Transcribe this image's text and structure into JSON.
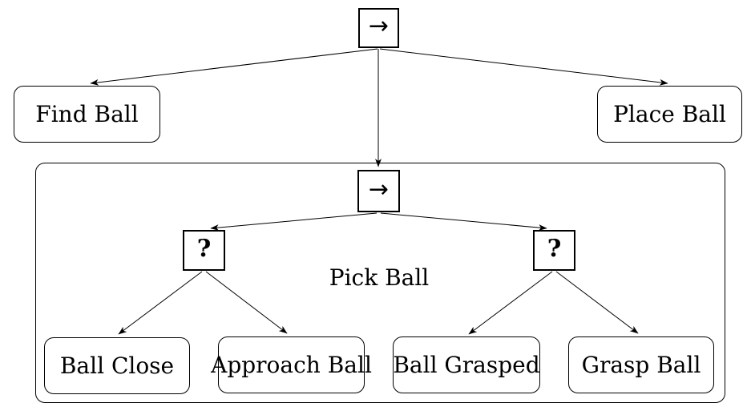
{
  "diagram": {
    "kind": "behavior-tree",
    "subtree_label": "Pick Ball",
    "nodes": {
      "root_sequence": "→",
      "find_ball": "Find Ball",
      "place_ball": "Place Ball",
      "pick_sequence": "→",
      "fallback_left": "?",
      "fallback_right": "?",
      "ball_close": "Ball Close",
      "approach_ball": "Approach Ball",
      "ball_grasped": "Ball Grasped",
      "grasp_ball": "Grasp Ball"
    },
    "colors": {
      "line": "#000000",
      "background": "#ffffff"
    }
  }
}
